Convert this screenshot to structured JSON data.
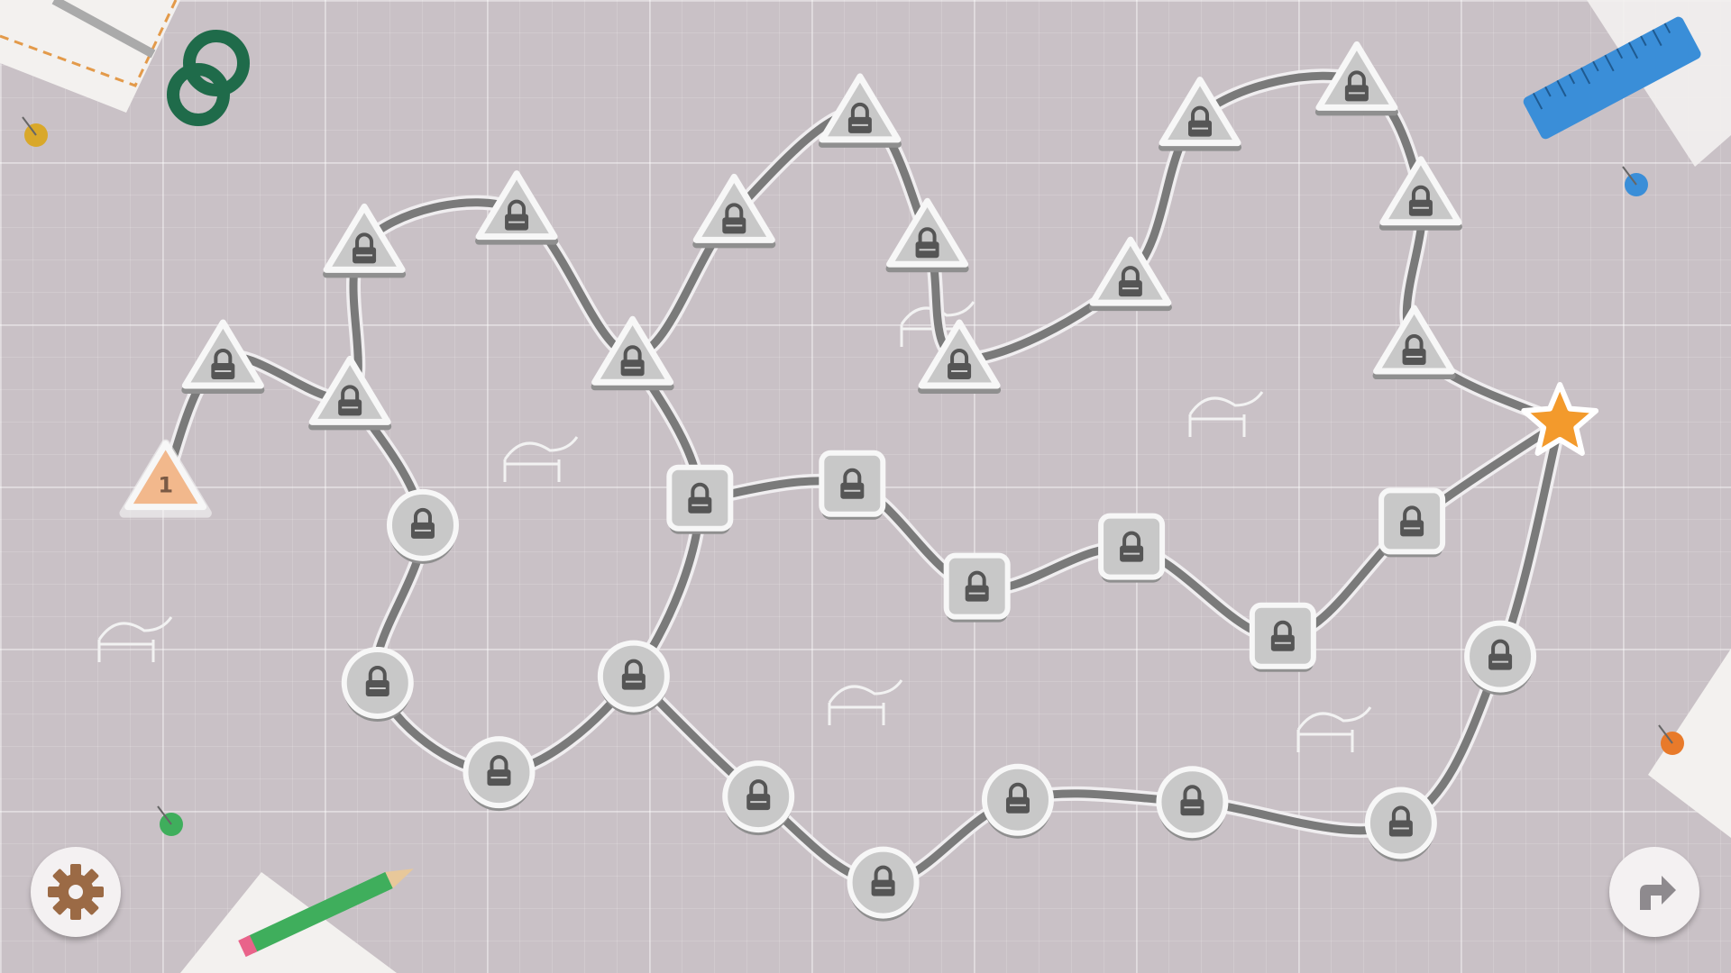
{
  "game": {
    "current_level": "1",
    "colors": {
      "path": "#7a7a7a",
      "locked_fill": "#c8c8c8",
      "unlocked_fill": "#f2b88c",
      "star": "#f39a2c",
      "node_border": "#f7f7f7"
    },
    "levels": [
      {
        "label": "1",
        "status": "unlocked",
        "shape": "triangle"
      },
      {
        "status": "locked",
        "shape": "triangle",
        "icon": "lock-icon"
      },
      {
        "status": "locked",
        "shape": "circle",
        "icon": "lock-icon"
      },
      {
        "status": "locked",
        "shape": "square",
        "icon": "lock-icon"
      },
      {
        "status": "goal",
        "shape": "star",
        "icon": "star-icon"
      }
    ],
    "buttons": {
      "settings": "gear-icon",
      "next": "redo-arrow-icon"
    }
  }
}
